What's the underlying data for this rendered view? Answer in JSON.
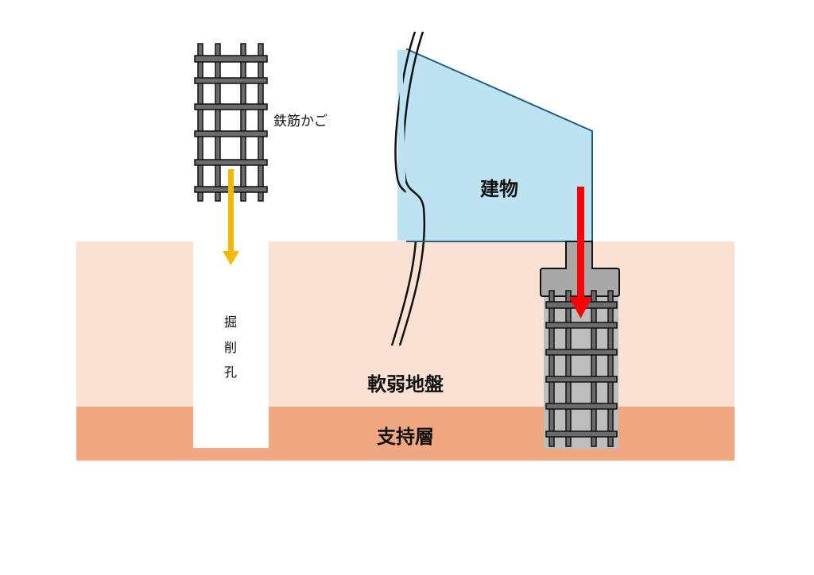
{
  "labels": {
    "rebar_cage": "鉄筋かご",
    "borehole": [
      "掘",
      "削",
      "孔"
    ],
    "building": "建物",
    "soft_ground": "軟弱地盤",
    "bearing_layer": "支持層"
  },
  "colors": {
    "soft_ground": "#f9e1d4",
    "bearing_layer": "#f0a882",
    "building_fill": "#bde3f2",
    "building_stroke": "#1f5f80",
    "rebar": "#6b6b6b",
    "pile": "#bdbdbd",
    "pile_cap": "#a8a8a8",
    "insert_arrow": "#f5b800",
    "load_arrow": "#ff0000"
  }
}
